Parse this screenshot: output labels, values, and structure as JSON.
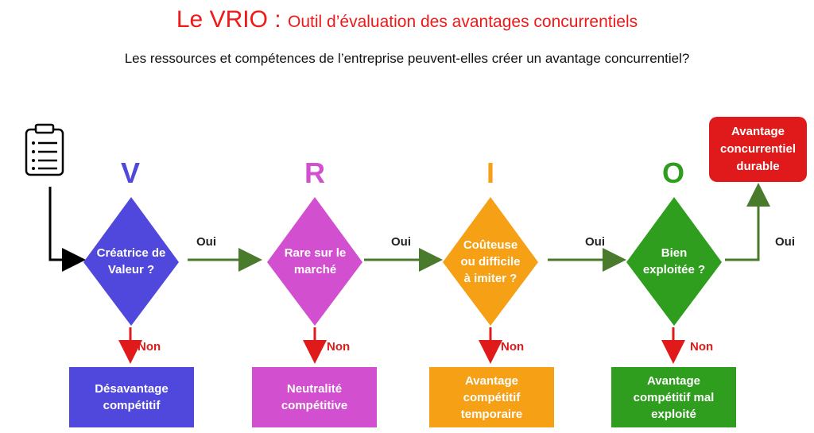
{
  "header": {
    "title_main": "Le VRIO :",
    "title_sub": "Outil d’évaluation des avantages concurrentiels",
    "question": "Les ressources et compétences de l’entreprise peuvent-elles créer un avantage concurrentiel?"
  },
  "steps": [
    {
      "letter": "V",
      "question": "Créatrice de Valeur ?",
      "outcome": "Désavantage compétitif",
      "color": "#5048dc"
    },
    {
      "letter": "R",
      "question": "Rare sur le marché",
      "outcome": "Neutralité compétitive",
      "color": "#d24fd0"
    },
    {
      "letter": "I",
      "question": "Coûteuse ou difficile à imiter ?",
      "outcome": "Avantage compétitif temporaire",
      "color": "#f5a015"
    },
    {
      "letter": "O",
      "question": "Bien exploitée ?",
      "outcome": "Avantage compétitif mal exploité",
      "color": "#2f9e1e"
    }
  ],
  "labels": {
    "yes": "Oui",
    "no": "Non"
  },
  "final_outcome": "Avantage concurrentiel durable",
  "colors": {
    "title": "#f01818",
    "yes_arrow": "#4a7a2c",
    "no_arrow": "#e01a1a",
    "final": "#e01a1a"
  },
  "icons": {
    "start": "clipboard-icon"
  }
}
